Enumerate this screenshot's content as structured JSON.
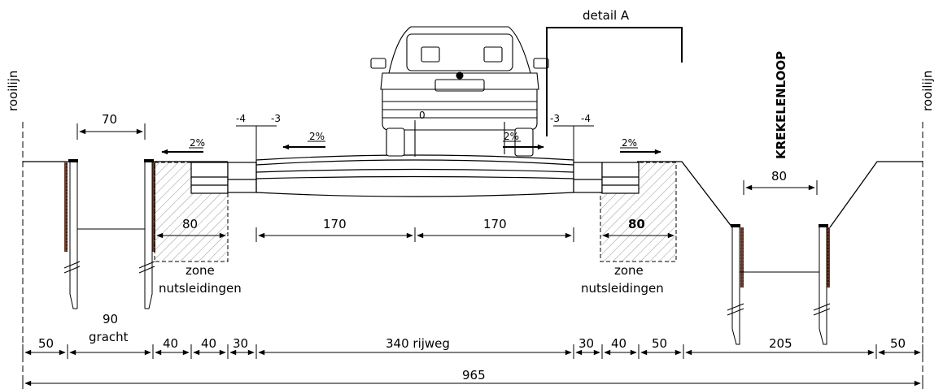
{
  "title": "detail  A",
  "labels": {
    "rooilijn_left": "rooilijn",
    "rooilijn_right": "rooilijn",
    "street_name": "KREKELENLOOP",
    "zone_left_1": "zone",
    "zone_left_2": "nutsleidingen",
    "zone_right_1": "zone",
    "zone_right_2": "nutsleidingen",
    "gracht_width": "90",
    "gracht": "gracht"
  },
  "levels": {
    "l_m4": "-4",
    "l_m3": "-3",
    "center": "0",
    "r_m3": "-3",
    "r_m4": "-4"
  },
  "slopes": {
    "s1": "2%",
    "s2": "2%",
    "s3": "2%",
    "s4": "2%"
  },
  "upper_dims": {
    "gracht_top": "70",
    "zone_left": "80",
    "lane_left": "170",
    "lane_right": "170",
    "zone_right": "80",
    "ditch_bottom": "80"
  },
  "bottom_dims": {
    "d1": "50",
    "d3": "40",
    "d4": "40",
    "d5": "30",
    "d6": "340 rijweg",
    "d7": "30",
    "d8": "40",
    "d9": "50",
    "d10": "205",
    "d11": "50",
    "total": "965"
  }
}
